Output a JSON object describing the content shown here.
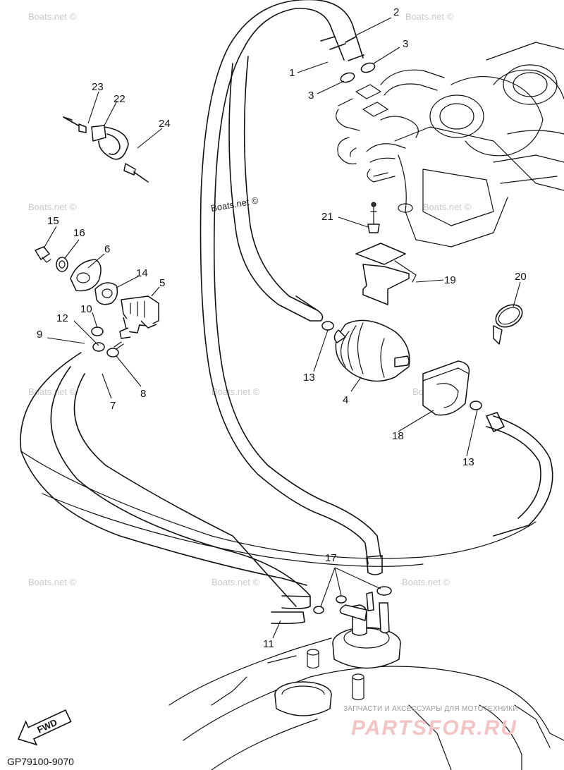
{
  "diagram_code": "GP79100-9070",
  "fwd_label": "FWD",
  "watermarks": [
    "Boats.net ©",
    "Boats.net ©",
    "Boats.net ©",
    "Boats.net ©",
    "Boats.net ©",
    "Boats.net ©",
    "Boats.net ©",
    "Boats.net ©",
    "Boats.net ©",
    "Boats.net ©"
  ],
  "watermark_dark": "Boats.net ©",
  "brand": {
    "subtitle": "ЗАПЧАСТИ И АКСЕССУАРЫ ДЛЯ МОТОТЕХНИКИ",
    "name": "PARTSFOR.RU"
  },
  "callouts": [
    "1",
    "2",
    "3",
    "3",
    "4",
    "5",
    "6",
    "7",
    "8",
    "9",
    "10",
    "11",
    "12",
    "13",
    "13",
    "14",
    "15",
    "16",
    "17",
    "18",
    "19",
    "20",
    "21",
    "22",
    "23",
    "24"
  ]
}
